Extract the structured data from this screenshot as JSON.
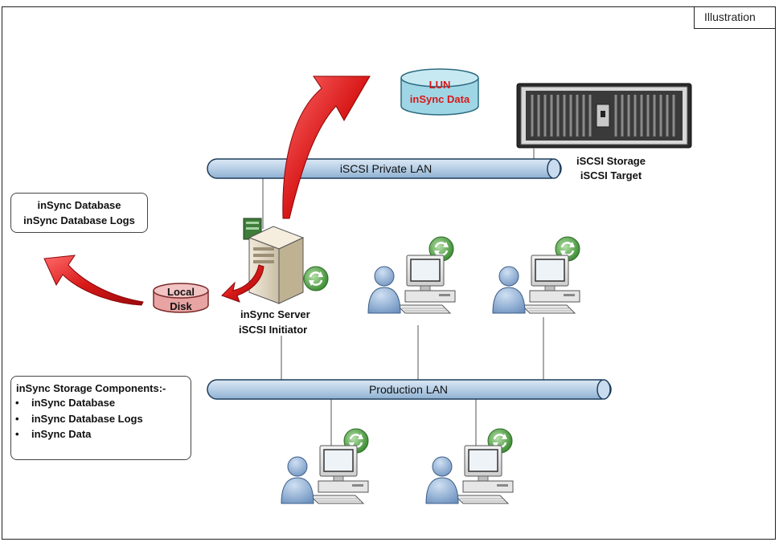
{
  "tag": "Illustration",
  "lun": {
    "line1": "LUN",
    "line2": "inSync Data"
  },
  "storage": {
    "line1": "iSCSI Storage",
    "line2": "iSCSI Target"
  },
  "private_lan": "iSCSI Private LAN",
  "production_lan": "Production LAN",
  "db_box": {
    "line1": "inSync Database",
    "line2": "inSync Database Logs"
  },
  "local_disk": {
    "line1": "Local",
    "line2": "Disk"
  },
  "server": {
    "line1": "inSync Server",
    "line2": "iSCSI Initiator"
  },
  "components": {
    "title": "inSync Storage Components:-",
    "items": [
      "inSync Database",
      "inSync Database Logs",
      "inSync Data"
    ]
  },
  "colors": {
    "lan_fill": "#b7cfe6",
    "lan_stroke": "#1f3d5c",
    "cylinder_blue": "#9fd6e6",
    "cylinder_red": "#e8a3a3",
    "arrow_red": "#d81818",
    "lun_text": "#d81818",
    "lun_text2": "#d81818",
    "user_blue": "#8fb0d8"
  }
}
